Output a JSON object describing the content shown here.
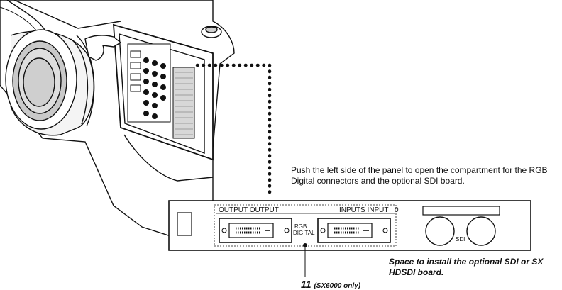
{
  "instruction": "Push the left side of the panel to open the compartment for the RGB Digital connectors and the optional SDI board.",
  "panel": {
    "output_label": "OUTPUT OUTPUT",
    "inputs_label": "INPUTS INPUT",
    "input_number": "0",
    "rgb_digital_line1": "RGB",
    "rgb_digital_line2": "DIGITAL",
    "sdi_label": "SDI"
  },
  "space_note": "Space to install the optional SDI or SX HDSDI board.",
  "callout": {
    "number": "11",
    "note": "(SX6000 only)"
  }
}
